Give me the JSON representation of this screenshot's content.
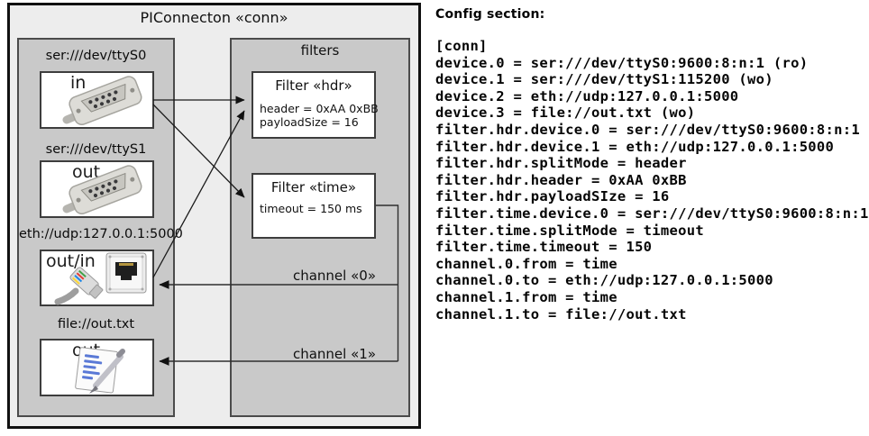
{
  "diagram": {
    "title": "PIConnecton «conn»",
    "devices": [
      {
        "label": "ser:///dev/ttyS0",
        "direction": "in",
        "icon": "serial-connector-icon"
      },
      {
        "label": "ser:///dev/ttyS1",
        "direction": "out",
        "icon": "serial-connector-icon"
      },
      {
        "label": "eth://udp:127.0.0.1:5000",
        "direction": "out/in",
        "icon": "ethernet-connector-icon"
      },
      {
        "label": "file://out.txt",
        "direction": "out",
        "icon": "notepad-icon"
      }
    ],
    "filters_panel": {
      "label": "filters",
      "filters": [
        {
          "title": "Filter «hdr»",
          "props": [
            "header = 0xAA 0xBB",
            "payloadSize = 16"
          ]
        },
        {
          "title": "Filter «time»",
          "props": [
            "timeout = 150 ms"
          ]
        }
      ]
    },
    "channels": [
      {
        "label": "channel «0»"
      },
      {
        "label": "channel «1»"
      }
    ],
    "connections": [
      {
        "from": "ser:///dev/ttyS0 (in)",
        "to": "Filter «hdr»"
      },
      {
        "from": "ser:///dev/ttyS0 (in)",
        "to": "Filter «time»"
      },
      {
        "from": "eth://udp:127.0.0.1:5000 (out/in)",
        "to": "Filter «hdr»"
      },
      {
        "from": "Filter «time»",
        "to": "eth://udp:127.0.0.1:5000 (out/in)",
        "label": "channel «0»"
      },
      {
        "from": "Filter «time»",
        "to": "file://out.txt (out)",
        "label": "channel «1»"
      }
    ]
  },
  "config": {
    "heading": "Config section:",
    "lines": [
      "[conn]",
      "device.0 = ser:///dev/ttyS0:9600:8:n:1 (ro)",
      "device.1 = ser:///dev/ttyS1:115200 (wo)",
      "device.2 = eth://udp:127.0.0.1:5000",
      "device.3 = file://out.txt (wo)",
      "filter.hdr.device.0 = ser:///dev/ttyS0:9600:8:n:1",
      "filter.hdr.device.1 = eth://udp:127.0.0.1:5000",
      "filter.hdr.splitMode = header",
      "filter.hdr.header = 0xAA 0xBB",
      "filter.hdr.payloadSIze = 16",
      "filter.time.device.0 = ser:///dev/ttyS0:9600:8:n:1",
      "filter.time.splitMode = timeout",
      "filter.time.timeout = 150",
      "channel.0.from = time",
      "channel.0.to = eth://udp:127.0.0.1:5000",
      "channel.1.from = time",
      "channel.1.to = file://out.txt"
    ]
  },
  "colors": {
    "outer_background": "#ededed",
    "panel_background": "#c9c9c9",
    "box_background": "#ffffff",
    "outer_border": "#111111",
    "panel_border": "#4b4b4b",
    "wire": "#1a1a1a"
  }
}
